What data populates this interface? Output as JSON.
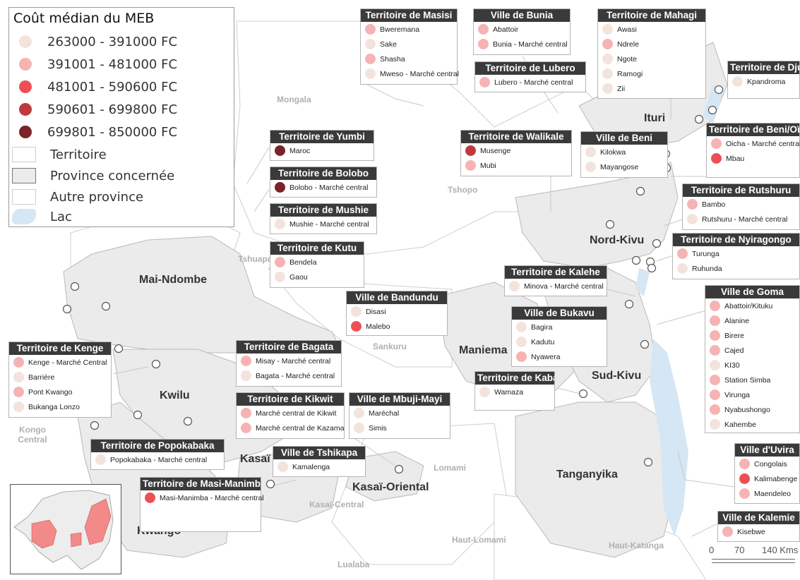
{
  "legend": {
    "title": "Coût médian du MEB",
    "classes": [
      {
        "label": "263000 - 391000 FC",
        "color": "#f2e4dc"
      },
      {
        "label": "391001 - 481000 FC",
        "color": "#f6b3b3"
      },
      {
        "label": "481001 - 590600 FC",
        "color": "#ee4f54"
      },
      {
        "label": "590601 - 699800 FC",
        "color": "#c0393f"
      },
      {
        "label": "699801 - 850000 FC",
        "color": "#7a2328"
      }
    ],
    "layers": [
      {
        "label": "Territoire"
      },
      {
        "label": "Province concernée"
      },
      {
        "label": "Autre province"
      },
      {
        "label": "Lac"
      }
    ]
  },
  "provinces": [
    "Mai-Ndombe",
    "Kwilu",
    "Kwango",
    "Kasaï",
    "Kasaï-Oriental",
    "Maniema",
    "Nord-Kivu",
    "Sud-Kivu",
    "Tanganyika",
    "Ituri"
  ],
  "other_provinces": [
    "Mongala",
    "Tshopo",
    "Tshuapa",
    "Sankuru",
    "Kongo Central",
    "Kasaï-Central",
    "Lomami",
    "Haut-Lomami",
    "Lualaba",
    "Haut-Katanga"
  ],
  "cards": [
    {
      "title": "Territoire de Masisi",
      "items": [
        {
          "name": "Bweremana",
          "c": 1
        },
        {
          "name": "Sake",
          "c": 0
        },
        {
          "name": "Shasha",
          "c": 1
        },
        {
          "name": "Mweso - Marché central",
          "c": 0
        }
      ]
    },
    {
      "title": "Ville de Bunia",
      "items": [
        {
          "name": "Abattoir",
          "c": 1
        },
        {
          "name": "Bunia - Marché central",
          "c": 1
        }
      ]
    },
    {
      "title": "Territoire de Mahagi",
      "items": [
        {
          "name": "Awasi",
          "c": 0
        },
        {
          "name": "Ndrele",
          "c": 1
        },
        {
          "name": "Ngote",
          "c": 0
        },
        {
          "name": "Ramogi",
          "c": 0
        },
        {
          "name": "Zii",
          "c": 0
        }
      ]
    },
    {
      "title": "Territoire de Lubero",
      "items": [
        {
          "name": "Lubero - Marché central",
          "c": 1
        }
      ]
    },
    {
      "title": "Territoire de Djugu",
      "items": [
        {
          "name": "Kpandroma",
          "c": 0
        }
      ]
    },
    {
      "title": "Territoire de Yumbi",
      "items": [
        {
          "name": "Maroc",
          "c": 4
        }
      ]
    },
    {
      "title": "Territoire de Walikale",
      "items": [
        {
          "name": "Musenge",
          "c": 3
        },
        {
          "name": "Mubi",
          "c": 1
        }
      ]
    },
    {
      "title": "Ville de Beni",
      "items": [
        {
          "name": "Kilokwa",
          "c": 0
        },
        {
          "name": "Mayangose",
          "c": 0
        }
      ]
    },
    {
      "title": "Territoire de Beni/Oïcha",
      "items": [
        {
          "name": "Oicha - Marché central",
          "c": 1
        },
        {
          "name": "Mbau",
          "c": 2
        }
      ]
    },
    {
      "title": "Territoire de Bolobo",
      "items": [
        {
          "name": "Bolobo - Marché central",
          "c": 4
        }
      ]
    },
    {
      "title": "Territoire de Mushie",
      "items": [
        {
          "name": "Mushie - Marché central",
          "c": 0
        }
      ]
    },
    {
      "title": "Territoire de Rutshuru",
      "items": [
        {
          "name": "Bambo",
          "c": 1
        },
        {
          "name": "Rutshuru - Marché central",
          "c": 0
        }
      ]
    },
    {
      "title": "Territoire de Kutu",
      "items": [
        {
          "name": "Bendela",
          "c": 1
        },
        {
          "name": "Gaou",
          "c": 0
        }
      ]
    },
    {
      "title": "Territoire de Nyiragongo",
      "items": [
        {
          "name": "Turunga",
          "c": 1
        },
        {
          "name": "Ruhunda",
          "c": 0
        }
      ]
    },
    {
      "title": "Territoire de Kalehe",
      "items": [
        {
          "name": "Minova - Marché central",
          "c": 0
        }
      ]
    },
    {
      "title": "Ville de Bandundu",
      "items": [
        {
          "name": "Disasi",
          "c": 0
        },
        {
          "name": "Malebo",
          "c": 2
        }
      ]
    },
    {
      "title": "Ville de Goma",
      "items": [
        {
          "name": "Abattoir/Kituku",
          "c": 1
        },
        {
          "name": "Alanine",
          "c": 1
        },
        {
          "name": "Birere",
          "c": 1
        },
        {
          "name": "Cajed",
          "c": 1
        },
        {
          "name": "KI30",
          "c": 0
        },
        {
          "name": "Station Simba",
          "c": 1
        },
        {
          "name": "Virunga",
          "c": 1
        },
        {
          "name": "Nyabushongo",
          "c": 1
        },
        {
          "name": "Kahembe",
          "c": 0
        }
      ]
    },
    {
      "title": "Ville de Bukavu",
      "items": [
        {
          "name": "Bagira",
          "c": 0
        },
        {
          "name": "Kadutu",
          "c": 0
        },
        {
          "name": "Nyawera",
          "c": 1
        }
      ]
    },
    {
      "title": "Territoire de Kenge",
      "items": [
        {
          "name": "Kenge - Marché Central",
          "c": 1
        },
        {
          "name": "Barrière",
          "c": 0
        },
        {
          "name": "Pont Kwango",
          "c": 1
        },
        {
          "name": "Bukanga Lonzo",
          "c": 0
        }
      ]
    },
    {
      "title": "Territoire de Bagata",
      "items": [
        {
          "name": "Misay - Marché central",
          "c": 1
        },
        {
          "name": "Bagata - Marché central",
          "c": 0
        }
      ]
    },
    {
      "title": "Territoire de Kabambare",
      "items": [
        {
          "name": "Wamaza",
          "c": 0
        }
      ]
    },
    {
      "title": "Territoire de Kikwit",
      "items": [
        {
          "name": "Marché central de Kikwit",
          "c": 1
        },
        {
          "name": "Marché central de Kazama",
          "c": 1
        }
      ]
    },
    {
      "title": "Ville de Mbuji-Mayi",
      "items": [
        {
          "name": "Maréchal",
          "c": 0
        },
        {
          "name": "Simis",
          "c": 0
        }
      ]
    },
    {
      "title": "Territoire de Popokabaka",
      "items": [
        {
          "name": "Popokabaka - Marché central",
          "c": 0
        }
      ]
    },
    {
      "title": "Ville de Tshikapa",
      "items": [
        {
          "name": "Kamalenga",
          "c": 0
        }
      ]
    },
    {
      "title": "Territoire de Masi-Manimba",
      "items": [
        {
          "name": "Masi-Manimba - Marché central",
          "c": 2
        }
      ]
    },
    {
      "title": "Ville d'Uvira",
      "items": [
        {
          "name": "Congolais",
          "c": 1
        },
        {
          "name": "Kalimabenge",
          "c": 2
        },
        {
          "name": "Maendeleo",
          "c": 1
        }
      ]
    },
    {
      "title": "Ville de Kalemie",
      "items": [
        {
          "name": "Kisebwe",
          "c": 1
        }
      ]
    }
  ],
  "scale": {
    "labels": [
      "0",
      "70",
      "140 Kms"
    ]
  }
}
